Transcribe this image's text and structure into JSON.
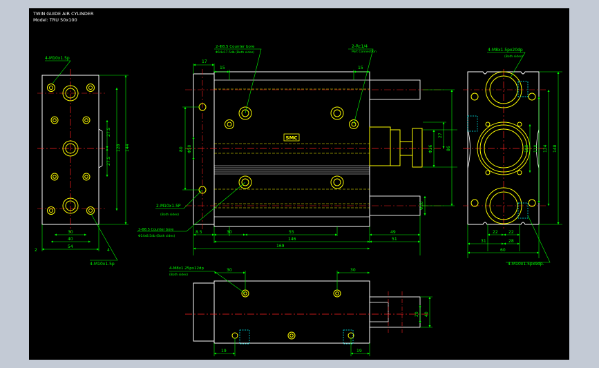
{
  "title_block": {
    "line1": "TWIN GUIDE AIR CYLINDER",
    "line2": "Model: TRU 50x100"
  },
  "colors": {
    "background": "#000000",
    "outline": "#ffffff",
    "dimension": "#00ff00",
    "center": "#ff2020",
    "hidden": "#00ffff",
    "hole": "#ffff00",
    "leader": "#ffffff"
  },
  "left_view": {
    "callout_top": "4-M10x1.5p",
    "callout_bottom": "4-M10x1.5p",
    "dims": {
      "v_27_5_top": "27.5",
      "v_27_5_bot": "27.5",
      "v_128": "128",
      "v_144": "144",
      "h_30": "30",
      "h_40": "40",
      "h_54": "54",
      "h_2": "2",
      "h_4": "4"
    }
  },
  "front_view": {
    "callout_port_a": "2-Φ8.5 Counter bore",
    "callout_port_a_sub": "Φ14x17.5db (Both sides)",
    "callout_port_b": "2-Rc1/4",
    "callout_port_b_sub": "Port Connection",
    "callout_m10": "2-M10x1.5P",
    "callout_m10_sub": "(Both sides)",
    "callout_bore": "2-Φ8.5 Counter bore",
    "callout_bore_sub": "Φ14x8.5db (Both sides)",
    "dims": {
      "h_17": "17",
      "h_15_left": "15",
      "h_15_right": "15",
      "v_80": "80",
      "v_phi50": "Φ50",
      "v_phi36": "Φ36",
      "v_27": "27",
      "v_86": "86",
      "v_phi20": "Φ20",
      "h_8_5": "8.5",
      "h_30": "30",
      "h_55": "55",
      "h_49": "49",
      "h_146": "146",
      "h_51": "51",
      "h_169": "169"
    },
    "nameplate": "SMC"
  },
  "right_view": {
    "callout_top": "4-M8x1.5px20dp",
    "callout_top_sub": "(Both sides)",
    "callout_bottom": "4-M10x1.5px9dp.",
    "dims": {
      "v_100": "100",
      "v_110": "110",
      "v_124": "124",
      "v_148": "148",
      "h_22_left": "22",
      "h_22_right": "22",
      "h_31": "31",
      "h_28": "28",
      "h_60": "60"
    }
  },
  "bottom_view": {
    "callout": "4-M8x1.25px12dp",
    "callout_sub": "(Both sides)",
    "dims": {
      "h_30_left": "30",
      "h_30_right": "30",
      "v_20": "20",
      "v_40": "40",
      "h_19_left": "19",
      "h_19_right": "19"
    }
  }
}
